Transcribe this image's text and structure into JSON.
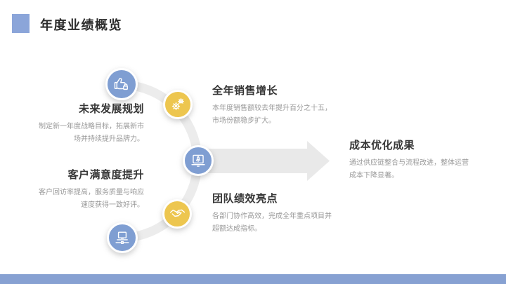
{
  "slide": {
    "title": "年度业绩概览",
    "colors": {
      "accent_square": "#8BA5D9",
      "node_blue": "#7F9ED2",
      "node_yellow": "#EDC64F",
      "footer_bar": "#87A1D2",
      "flow_gray": "#ECECEC",
      "heading_text": "#363636",
      "body_text": "#999999"
    }
  },
  "sections": {
    "future_planning": {
      "title": "未来发展规划",
      "body": "制定新一年度战略目标，拓展新市场并持续提升品牌力。"
    },
    "sales_growth": {
      "title": "全年销售增长",
      "body": "本年度销售额较去年提升百分之十五，市场份额稳步扩大。"
    },
    "customer_satisfaction": {
      "title": "客户满意度提升",
      "body": "客户回访率提高，服务质量与响应速度获得一致好评。"
    },
    "team_performance": {
      "title": "团队绩效亮点",
      "body": "各部门协作高效，完成全年重点项目并超额达成指标。"
    },
    "cost_optimization": {
      "title": "成本优化成果",
      "body": "通过供应链整合与流程改进，整体运营成本下降显著。"
    }
  },
  "diagram": {
    "nodes": [
      {
        "icon": "thumbs-up-icon",
        "color": "blue"
      },
      {
        "icon": "gears-icon",
        "color": "yellow"
      },
      {
        "icon": "rocket-launch-icon",
        "color": "blue"
      },
      {
        "icon": "handshake-icon",
        "color": "yellow"
      },
      {
        "icon": "laptop-network-icon",
        "color": "blue"
      }
    ]
  }
}
